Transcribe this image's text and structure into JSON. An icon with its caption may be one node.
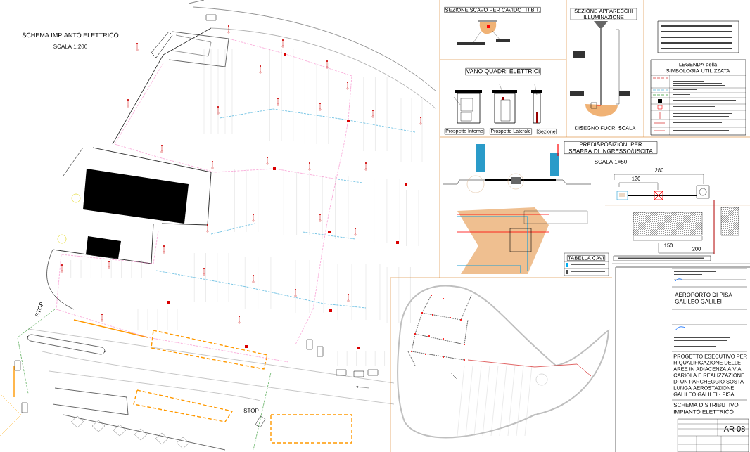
{
  "diagram": {
    "labels": [
      "SCHEMA IMPIANTO ELETTRICO",
      "SCALA 1:200",
      "STOP",
      "STOP",
      "SEZIONE SCAVO PER CAVIDOTTI B.T.",
      "SEZIONE APPARECCHI ILLUMINAZIONE",
      "VANO QUADRI ELETTRICI",
      "Prospetto Interno",
      "Prospetto Laterale",
      "Sezione",
      "DISEGNO FUORI SCALA",
      "LEGENDA della SIMBOLOGIA UTILIZZATA",
      "PREDISPOSIZIONI PER SBARRA DI INGRESSO/USCITA",
      "SCALA 1=50",
      "280",
      "120",
      "150",
      "200",
      "TABELLA CAVI",
      "AEROPORTO DI PISA GALILEO GALILEI",
      "PROGETTO ESECUTIVO PER RIQUALIFICAZIONE DELLE AREE IN ADIACENZA A VIA CARIOLA E REALIZZAZIONE DI UN PARCHEGGIO SOSTA LUNGA AEROSTAZIONE GALILEO GALILEI - PISA",
      "SCHEMA DISTRIBUTIVO IMPIANTO ELETTRICO",
      "AR 08"
    ]
  }
}
